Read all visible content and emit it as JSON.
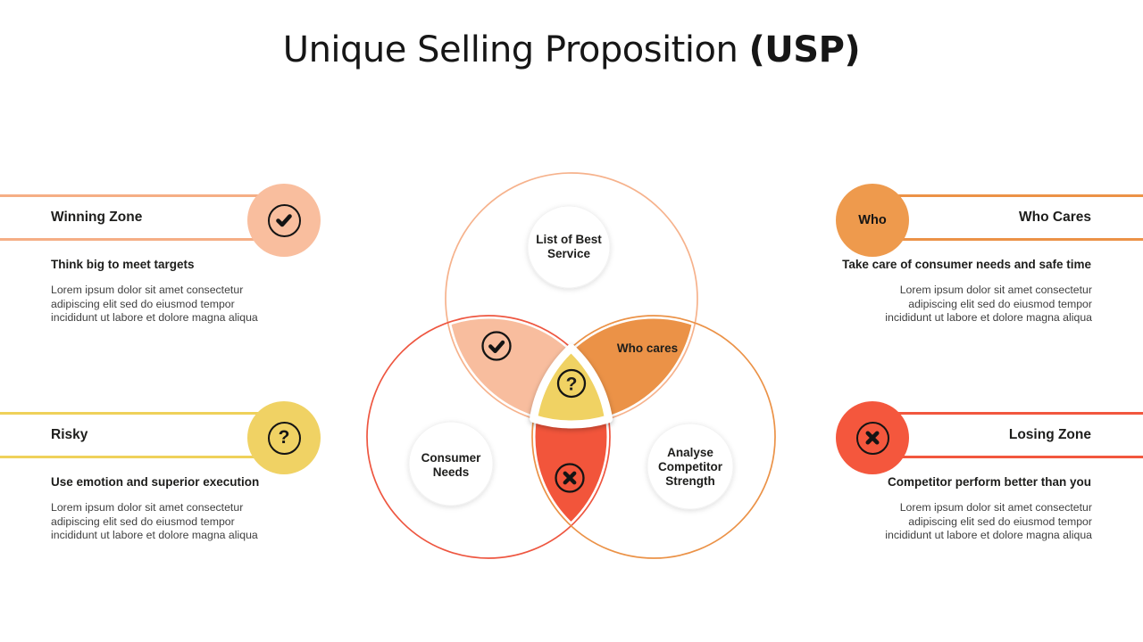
{
  "title": {
    "main": "Unique Selling Proposition",
    "suffix": "(USP)"
  },
  "lorem_lines": [
    "Lorem ipsum dolor sit amet consectetur",
    "adipiscing elit sed do eiusmod tempor",
    "incididunt ut labore et dolore magna aliqua"
  ],
  "icons": {
    "question_glyph": "?"
  },
  "callouts": {
    "winning_zone": {
      "title": "Winning Zone",
      "subtitle": "Think big to meet targets",
      "icon": "check-circle",
      "accent_line_color": "#F5AE85",
      "badge_color": "#F9BE9E"
    },
    "risky": {
      "title": "Risky",
      "subtitle": "Use emotion and superior execution",
      "icon": "question-circle",
      "accent_line_color": "#EFD15A",
      "badge_color": "#F0D264"
    },
    "who_cares": {
      "title": "Who Cares",
      "badge_label": "Who",
      "subtitle": "Take care of consumer needs and safe time",
      "accent_line_color": "#EC9247",
      "badge_color": "#EE9A4D"
    },
    "losing_zone": {
      "title": "Losing Zone",
      "subtitle": "Competitor perform better  than you",
      "icon": "cross-circle",
      "accent_line_color": "#F2573E",
      "badge_color": "#F4573D"
    }
  },
  "venn": {
    "top_circle": {
      "label_lines": [
        "List of Best",
        "Service"
      ],
      "outline_color": "#F6B28C"
    },
    "left_circle": {
      "label_lines": [
        "Consumer",
        "Needs"
      ],
      "outline_color": "#EE5640"
    },
    "right_circle": {
      "label_lines": [
        "Analyse",
        "Competitor",
        "Strength"
      ],
      "outline_color": "#EB9247"
    },
    "regions": {
      "winning": {
        "fill": "#F8BD9E",
        "icon": "check-circle"
      },
      "who_cares": {
        "fill": "#EB9247",
        "label": "Who cares"
      },
      "losing": {
        "fill": "#F2553B",
        "icon": "cross-circle"
      },
      "risky": {
        "fill": "#F0D264",
        "icon": "question-circle"
      }
    }
  }
}
